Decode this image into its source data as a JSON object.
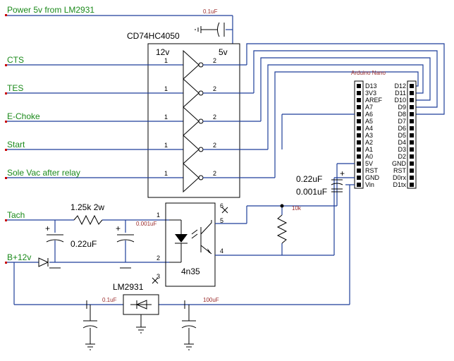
{
  "signals": {
    "power": "Power 5v from LM2931",
    "cts": "CTS",
    "tes": "TES",
    "echoke": "E-Choke",
    "start": "Start",
    "sole": "Sole Vac after relay",
    "tach": "Tach",
    "bplus": "B+12v"
  },
  "parts": {
    "buffer_ic": "CD74HC4050",
    "buffer_hv": "12v",
    "buffer_lv": "5v",
    "gate_pin_in": "1",
    "gate_pin_out": "2",
    "opto": "4n35",
    "opto_pins": [
      "1",
      "2",
      "3",
      "4",
      "5",
      "6"
    ],
    "regulator": "LM2931",
    "resistor_tach": "1.25k 2w",
    "resistor_pull": "10k",
    "cap_tach": "0.22uF",
    "cap_opto": "0.001uF",
    "cap_vin_a": "0.22uF",
    "cap_vin_b": "0.001uF",
    "cap_power": "0.1uF",
    "cap_reg_in": "0.1uF",
    "cap_reg_out": "100uF"
  },
  "nano": {
    "title": "Arduino Nano",
    "left_pins": [
      "D13",
      "3V3",
      "AREF",
      "A7",
      "A6",
      "A5",
      "A4",
      "A3",
      "A2",
      "A1",
      "A0",
      "5V",
      "RST",
      "GND",
      "Vin"
    ],
    "right_pins": [
      "D12",
      "D11",
      "D10",
      "D9",
      "D8",
      "D7",
      "D6",
      "D5",
      "D4",
      "D3",
      "D2",
      "GND",
      "RST",
      "D0rx",
      "D1tx"
    ]
  },
  "colors": {
    "wire": "#1f3f9a",
    "label": "#1b8a1b",
    "pin": "#cc0000"
  }
}
